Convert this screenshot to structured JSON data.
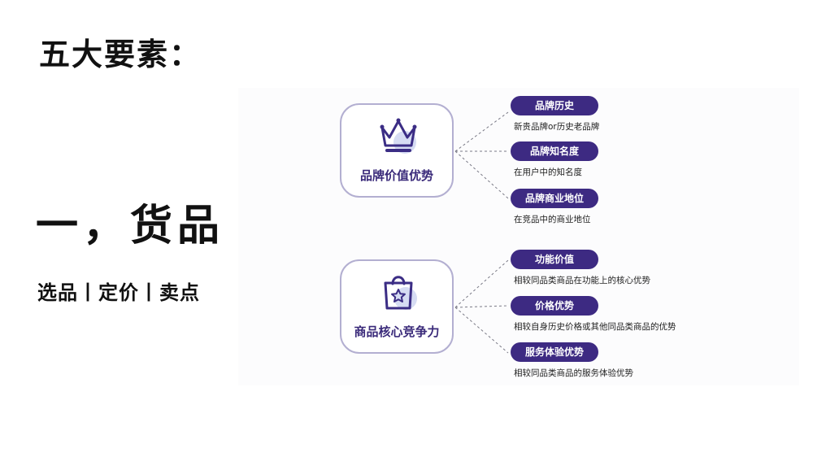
{
  "heading": "五大要素：",
  "section_title": "一，货品",
  "subtitle": "选品丨定价丨卖点",
  "diagram": {
    "groups": [
      {
        "title": "品牌价值优势",
        "icon": "crown-icon",
        "items": [
          {
            "label": "品牌历史",
            "desc": "新贵品牌or历史老品牌"
          },
          {
            "label": "品牌知名度",
            "desc": "在用户中的知名度"
          },
          {
            "label": "品牌商业地位",
            "desc": "在竞品中的商业地位"
          }
        ]
      },
      {
        "title": "商品核心竞争力",
        "icon": "shopping-bag-star-icon",
        "items": [
          {
            "label": "功能价值",
            "desc": "相较同品类商品在功能上的核心优势"
          },
          {
            "label": "价格优势",
            "desc": "相较自身历史价格或其他同品类商品的优势"
          },
          {
            "label": "服务体验优势",
            "desc": "相较同品类商品的服务体验优势"
          }
        ]
      }
    ]
  },
  "colors": {
    "pill_bg": "#3d2a82",
    "card_border": "#b3afd1",
    "icon_stroke": "#3b2d85",
    "icon_accent": "#d6dcf3"
  }
}
